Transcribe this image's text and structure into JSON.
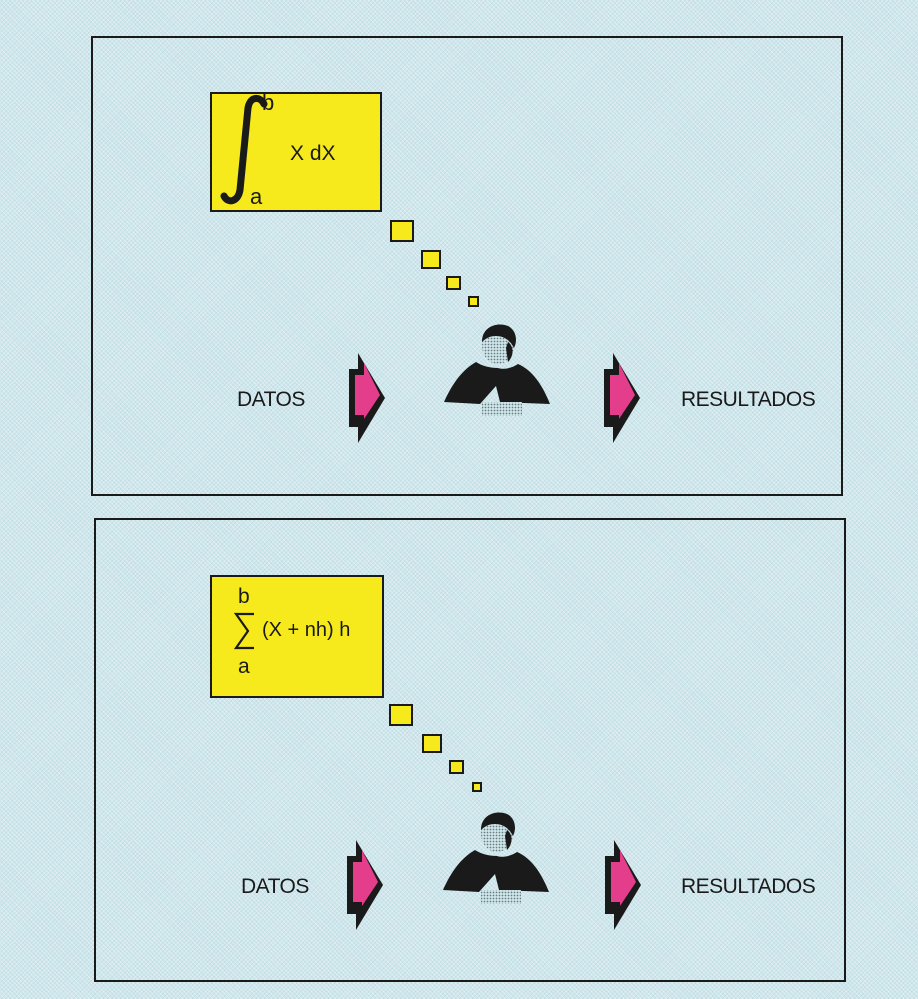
{
  "panels": [
    {
      "formula": {
        "kind": "integral",
        "upper": "b",
        "lower": "a",
        "body": "X dX"
      },
      "input_label": "DATOS",
      "output_label": "RESULTADOS"
    },
    {
      "formula": {
        "kind": "summation",
        "upper": "b",
        "lower": "a",
        "body": "(X + nh) h"
      },
      "input_label": "DATOS",
      "output_label": "RESULTADOS"
    }
  ],
  "colors": {
    "background": "#cfe7ec",
    "box_fill": "#f6ea1c",
    "arrow_fill": "#e43d8c",
    "outline": "#1a1a1a"
  }
}
